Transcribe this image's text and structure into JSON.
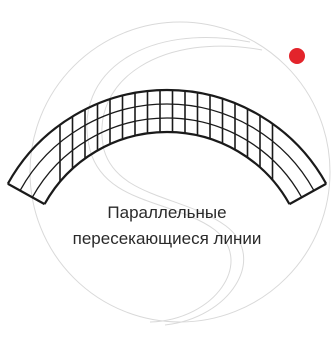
{
  "caption": {
    "line1": "Параллельные",
    "line2": "пересекающиеся линии"
  },
  "colors": {
    "accent_dot": "#e3242b",
    "stroke": "#1a1a1a",
    "watermark": "#d9d9d9"
  },
  "icons": {
    "arch": "arched-crosshatch-band",
    "watermark": "circle-s-watermark",
    "indicator": "red-dot"
  }
}
